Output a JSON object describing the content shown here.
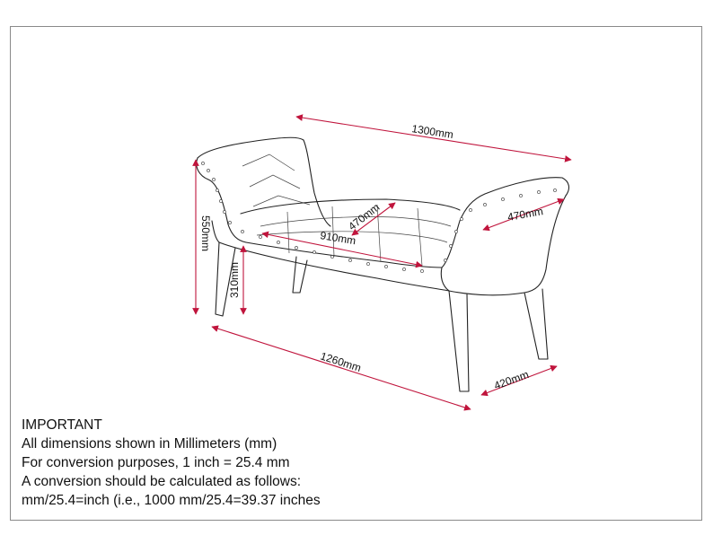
{
  "dimensions": {
    "overall_length": "1300mm",
    "seat_length": "910mm",
    "seat_depth": "470mm",
    "arm_depth": "470mm",
    "overall_height": "550mm",
    "seat_height": "310mm",
    "leg_span": "1260mm",
    "leg_depth": "420mm"
  },
  "notes": {
    "heading": "IMPORTANT",
    "line1": "All dimensions shown in Millimeters (mm)",
    "line2": "For conversion purposes, 1 inch = 25.4 mm",
    "line3": "A conversion should be calculated as follows:",
    "line4": "mm/25.4=inch (i.e., 1000 mm/25.4=39.37 inches"
  },
  "colors": {
    "dimension_line": "#c0143c",
    "outline": "#222222",
    "border": "#8a8a8a"
  }
}
